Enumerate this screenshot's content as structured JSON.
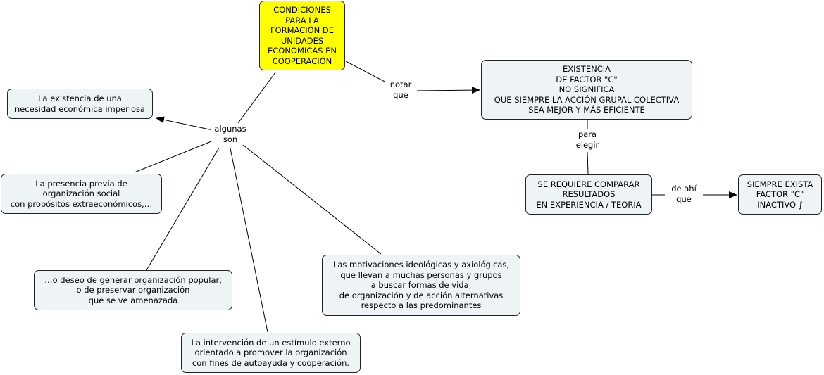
{
  "nodes": {
    "main": "CONDICIONES\nPARA LA\nFORMACIÓN DE\nUNIDADES\nECONÓMICAS EN\nCOOPERACIÓN",
    "necesidad": "La existencia de una\nnecesidad económica imperiosa",
    "presencia": "La presencia previa de\norganización social\ncon propósitos extraeconómicos,…",
    "deseo": "…o deseo de generar organización popular,\no de preservar organización\nque se ve amenazada",
    "estimulo": "La intervención de un estímulo externo\norientado a promover la organización\ncon fines de autoayuda y cooperación.",
    "motivaciones": "Las motivaciones ideológicas y axiológicas,\nque llevan a muchas personas y grupos\na buscar formas de vida,\nde organización y de acción alternativas\nrespecto a las predominantes",
    "factor_c": "EXISTENCIA\nDE FACTOR \"C\"\nNO SIGNIFICA\nQUE SIEMPRE LA ACCIÓN GRUPAL COLECTIVA\nSEA MEJOR Y MÁS EFICIENTE",
    "comparar": "SE REQUIERE COMPARAR\nRESULTADOS\nEN EXPERIENCIA / TEORÍA",
    "inactivo": "SIEMPRE EXISTA\nFACTOR \"C\"\nINACTIVO     ∫"
  },
  "links": {
    "algunas_son": "algunas\nson",
    "notar_que": "notar\nque",
    "para_elegir": "para\nelegir",
    "de_ahi_que": "de ahí\nque"
  },
  "colors": {
    "main_fill": "#ffff00",
    "node_fill": "#eef3f5",
    "line": "#000000"
  }
}
